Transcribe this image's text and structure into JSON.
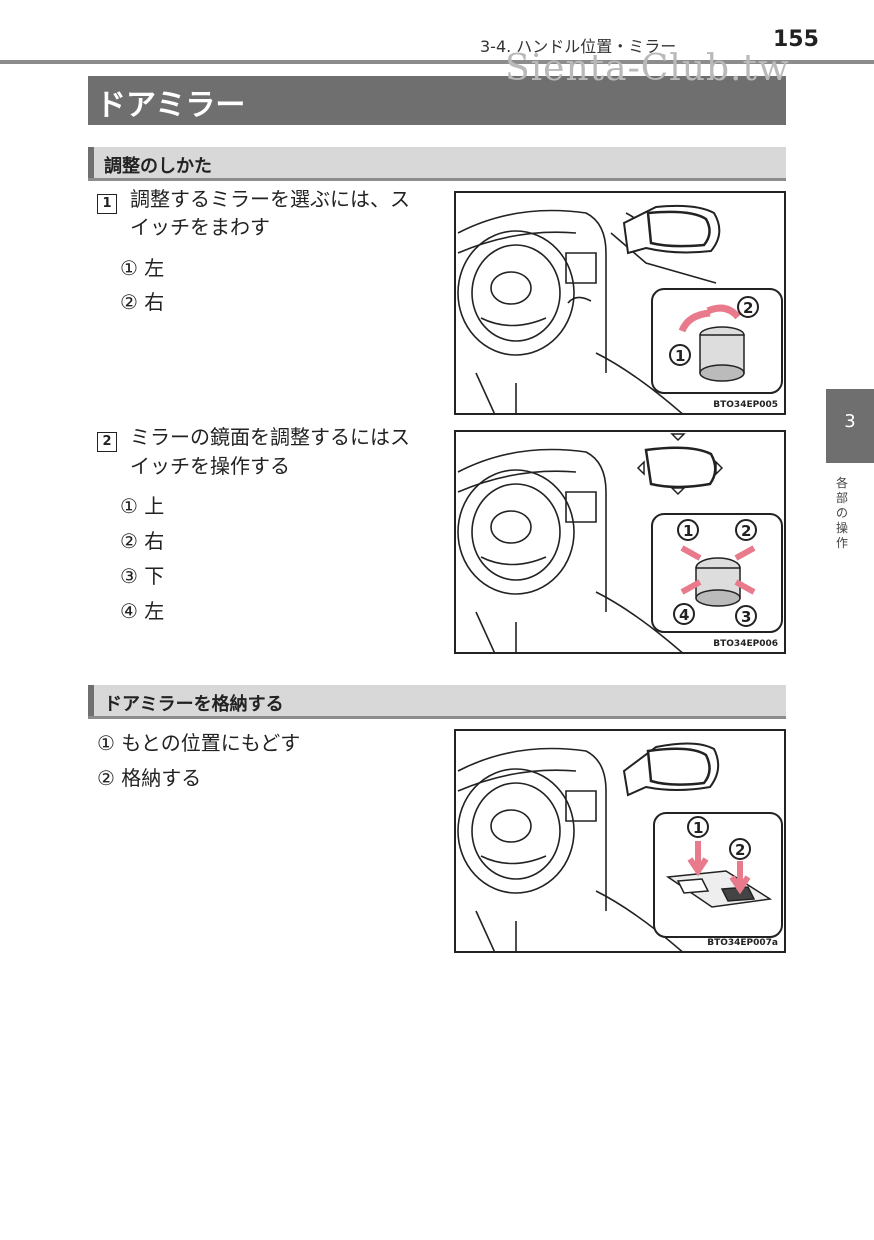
{
  "header": {
    "section_path": "3-4. ハンドル位置・ミラー",
    "page_number": "155",
    "watermark": "Sienta-Club.tw"
  },
  "title": "ドアミラー",
  "side_tab": {
    "number": "3",
    "label": "各部の操作"
  },
  "sections": [
    {
      "heading": "調整のしかた",
      "steps": [
        {
          "number": "1",
          "line1": "調整するミラーを選ぶには、ス",
          "line2": "イッチをまわす",
          "items": [
            {
              "mark": "①",
              "text": "左"
            },
            {
              "mark": "②",
              "text": "右"
            }
          ],
          "figure_code": "BTO34EP005",
          "callouts": [
            "1",
            "2"
          ]
        },
        {
          "number": "2",
          "line1": "ミラーの鏡面を調整するにはス",
          "line2": "イッチを操作する",
          "items": [
            {
              "mark": "①",
              "text": "上"
            },
            {
              "mark": "②",
              "text": "右"
            },
            {
              "mark": "③",
              "text": "下"
            },
            {
              "mark": "④",
              "text": "左"
            }
          ],
          "figure_code": "BTO34EP006",
          "callouts": [
            "1",
            "2",
            "3",
            "4"
          ]
        }
      ]
    },
    {
      "heading": "ドアミラーを格納する",
      "items": [
        {
          "mark": "①",
          "text": "もとの位置にもどす"
        },
        {
          "mark": "②",
          "text": "格納する"
        }
      ],
      "figure_code": "BTO34EP007a",
      "callouts": [
        "1",
        "2"
      ]
    }
  ],
  "colors": {
    "title_bar": "#6f6f6f",
    "sub_bar": "#d8d8d8",
    "arrow_pink": "#e87a8c"
  }
}
